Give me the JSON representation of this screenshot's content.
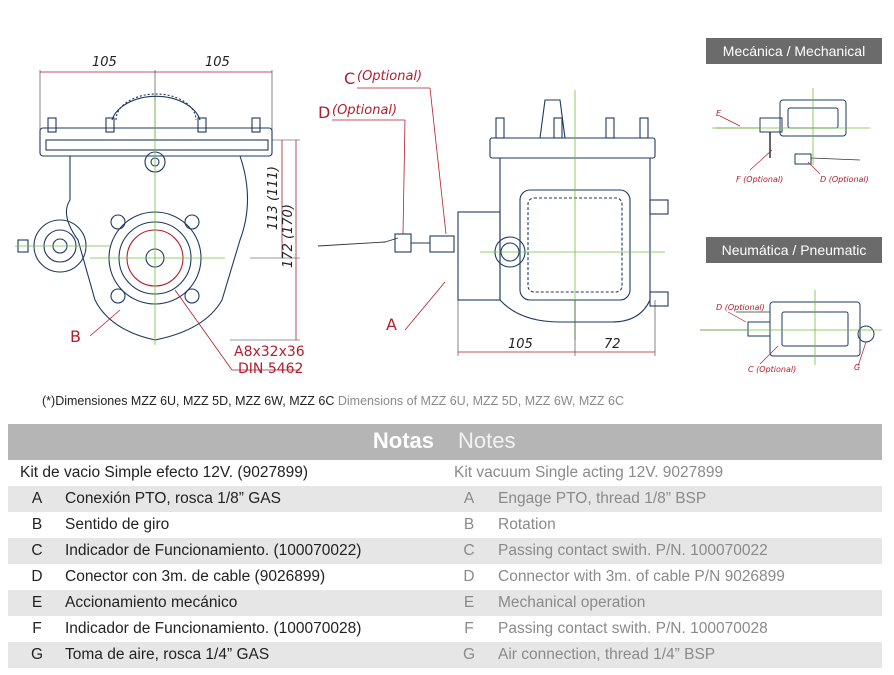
{
  "drawing": {
    "dim_105_left": "105",
    "dim_105_right": "105",
    "dim_113": "113 (111)",
    "dim_172": "172 (170)",
    "dim_105_side": "105",
    "dim_72": "72",
    "label_c": "C",
    "label_c_optional": "(Optional)",
    "label_d": "D",
    "label_d_optional": "(Optional)",
    "label_a": "A",
    "label_b": "B",
    "spline_line1": "A8x32x36",
    "spline_line2": "DIN 5462"
  },
  "panels": {
    "mechanical_title": "Mecánica / Mechanical",
    "mechanical_e": "E",
    "mechanical_f": "F (Optional)",
    "mechanical_d": "D (Optional)",
    "pneumatic_title": "Neumática / Pneumatic",
    "pneumatic_d": "D (Optional)",
    "pneumatic_c": "C (Optional)",
    "pneumatic_g": "G"
  },
  "dims_note": {
    "es": "(*)Dimensiones MZZ 6U, MZZ 5D, MZZ 6W, MZZ 6C",
    "en": "Dimensions of MZZ 6U, MZZ 5D, MZZ 6W, MZZ 6C"
  },
  "notes": {
    "title_es": "Notas",
    "title_en": "Notes",
    "kit_es": "Kit de vacio Simple efecto 12V. (9027899)",
    "kit_en": "Kit vacuum Single acting 12V. 9027899",
    "rows": [
      {
        "letter": "A",
        "es": "Conexión PTO, rosca 1/8” GAS",
        "en": "Engage PTO, thread 1/8” BSP"
      },
      {
        "letter": "B",
        "es": "Sentido de giro",
        "en": "Rotation"
      },
      {
        "letter": "C",
        "es": "Indicador de Funcionamiento. (100070022)",
        "en": "Passing contact swith. P/N. 100070022"
      },
      {
        "letter": "D",
        "es": "Conector con 3m. de cable (9026899)",
        "en": "Connector with 3m. of cable P/N 9026899"
      },
      {
        "letter": "E",
        "es": "Accionamiento mecánico",
        "en": "Mechanical operation"
      },
      {
        "letter": "F",
        "es": "Indicador de Funcionamiento. (100070028)",
        "en": "Passing contact swith. P/N. 100070028"
      },
      {
        "letter": "G",
        "es": "Toma de aire, rosca 1/4” GAS",
        "en": "Air connection, thread 1/4” BSP"
      }
    ]
  }
}
